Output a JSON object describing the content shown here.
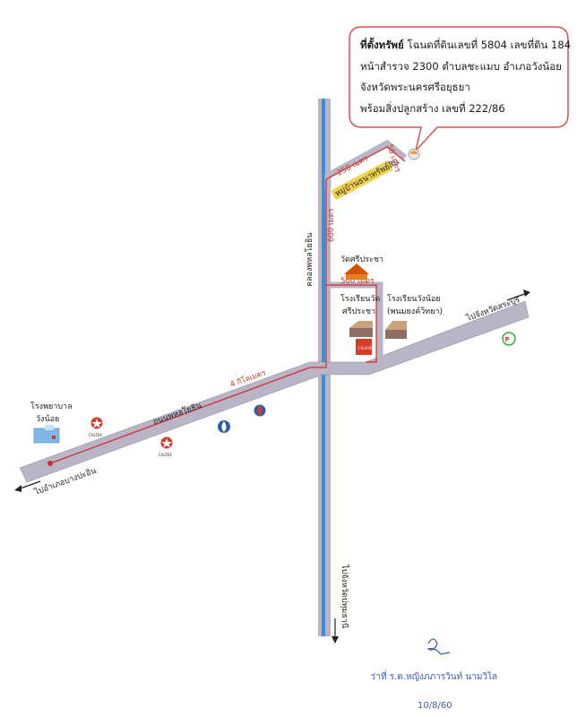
{
  "callout": {
    "line1_bold": "ที่ตั้งทรัพย์",
    "line1_rest": " โฉนดที่ดินเลขที่ 5804 เลขที่ดิน 184",
    "line2": "หน้าสำรวจ 2300 ตำบลชะแมบ อำเภอวังน้อย",
    "line3": "จังหวัดพระนครศรีอยุธยา",
    "line4": "พร้อมสิ่งปลูกสร้าง เลขที่ 222/86"
  },
  "roads": {
    "main_road": "ถนนพหลโยธิน",
    "canal": "คลองพหลโยธิน",
    "village": "หมู่บ้านธนาทรัพย์สิน",
    "to_bangpain": "ไปอำเภอบางปะอิน",
    "to_saraburi": "ไปจังหวัดสระบุรี",
    "to_pathumthani": "ไปจังหวัดปทุมธานี"
  },
  "distances": {
    "d250": "250 เมตร",
    "d50": "50 เมตร",
    "d600": "600 เมตร",
    "d500": "500 เมตร",
    "d4km": "4 กิโลเมตร"
  },
  "landmarks": {
    "hospital_line1": "โรงพยาบาล",
    "hospital_line2": "วังน้อย",
    "temple": "วัดศรีประชา",
    "school1_line1": "โรงเรียนวัด",
    "school1_line2": "ศรีประชา",
    "school2_line1": "โรงเรียนวังน้อย",
    "school2_line2": "(พนมยงค์วิทยา)",
    "caltex1": "CALTEX",
    "caltex2": "CALTEX",
    "sevenEleven": "7-ELEVEn"
  },
  "signature": {
    "name": "ร่าที่ ร.ต.หญิงภภารวินท์ นามวิไล",
    "date": "10/8/60"
  },
  "colors": {
    "road_fill": "#b9b4c6",
    "road_edge": "#8a8498",
    "route_red": "#d62b2b",
    "canal_blue": "#3b8fd8",
    "callout_border": "#d9534f",
    "village_tag": "#f2d24b"
  }
}
